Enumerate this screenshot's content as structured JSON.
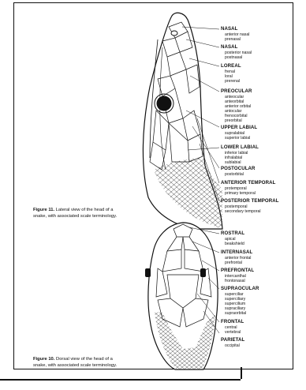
{
  "lateral": {
    "labels": [
      {
        "name": "NASAL",
        "synonyms": [
          "anterior nasal",
          "prenasal"
        ]
      },
      {
        "name": "NASAL",
        "synonyms": [
          "posterior nasal",
          "postnasal"
        ]
      },
      {
        "name": "LOREAL",
        "synonyms": [
          "frenal",
          "loral",
          "prerenal"
        ]
      },
      {
        "name": "PREOCULAR",
        "synonyms": [
          "anteocular",
          "anteorbital",
          "anterior orbital",
          "antocular",
          "frenocorbital",
          "preorbital"
        ]
      },
      {
        "name": "UPPER LABIAL",
        "synonyms": [
          "supralabial",
          "superior labial"
        ]
      },
      {
        "name": "LOWER LABIAL",
        "synonyms": [
          "inferior labial",
          "infralabial",
          "sublabial"
        ]
      },
      {
        "name": "POSTOCULAR",
        "synonyms": [
          "postorbital"
        ]
      },
      {
        "name": "ANTERIOR TEMPORAL",
        "synonyms": [
          "protemporal",
          "primary temporal"
        ]
      },
      {
        "name": "POSTERIOR TEMPORAL",
        "synonyms": [
          "postemporal",
          "secondary temporal"
        ]
      }
    ],
    "caption_bold": "Figure 11.",
    "caption_line1": " Lateral view of the head of a",
    "caption_line2": "snake, with associated scale terminology."
  },
  "dorsal": {
    "labels": [
      {
        "name": "ROSTRAL",
        "synonyms": [
          "apical",
          "beakshield"
        ]
      },
      {
        "name": "INTERNASAL",
        "synonyms": [
          "anterior frontal",
          "prefrontal"
        ]
      },
      {
        "name": "PREFRONTAL",
        "synonyms": [
          "intercanthal",
          "frontonasal"
        ]
      },
      {
        "name": "SUPRAOCULAR",
        "synonyms": [
          "superciliar",
          "superciliary",
          "supercilium",
          "supraciliary",
          "supraorbital"
        ]
      },
      {
        "name": "FRONTAL",
        "synonyms": [
          "central",
          "vertebral"
        ]
      },
      {
        "name": "PARIETAL",
        "synonyms": [
          "occipital"
        ]
      }
    ],
    "caption_bold": "Figure 10.",
    "caption_line1": " Dorsal view of the head of a",
    "caption_line2": "snake, with associated scale terminology."
  }
}
